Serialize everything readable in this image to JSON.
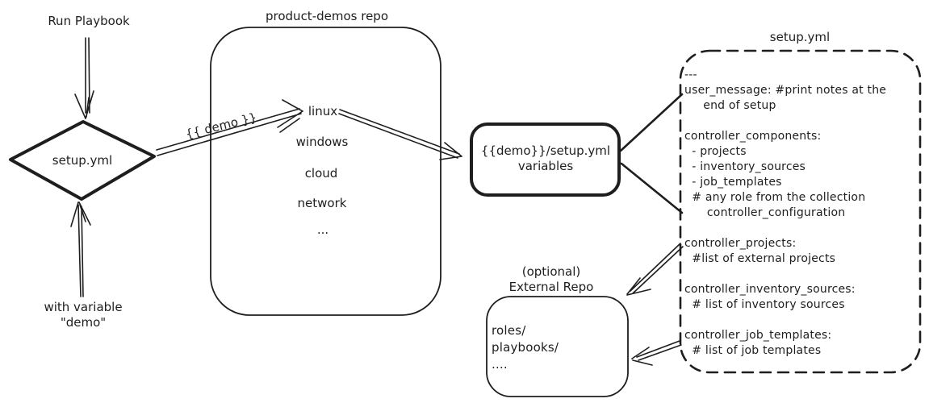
{
  "canvas": {
    "background": "#ffffff",
    "ink": "#1e1e1e"
  },
  "labels": {
    "run_playbook": "Run Playbook",
    "with_variable_line1": "with variable",
    "with_variable_line2": "\"demo\"",
    "diamond": "setup.yml",
    "repo_title": "product-demos repo",
    "demo_arrow": "{{ demo }}",
    "variables_line1": "{{demo}}/setup.yml",
    "variables_line2": "variables",
    "setup_yml_title": "setup.yml",
    "external_title_line1": "(optional)",
    "external_title_line2": "External Repo"
  },
  "repo_items": [
    "linux",
    "windows",
    "cloud",
    "network",
    "..."
  ],
  "setup_yml_content": "---\nuser_message: #print notes at the\n     end of setup\n\ncontroller_components:\n  - projects\n  - inventory_sources\n  - job_templates\n  # any role from the collection\n      controller_configuration\n\ncontroller_projects:\n  #list of external projects\n\ncontroller_inventory_sources:\n  # list of inventory sources\n\ncontroller_job_templates:\n  # list of job templates",
  "external_content": "roles/\nplaybooks/\n...."
}
